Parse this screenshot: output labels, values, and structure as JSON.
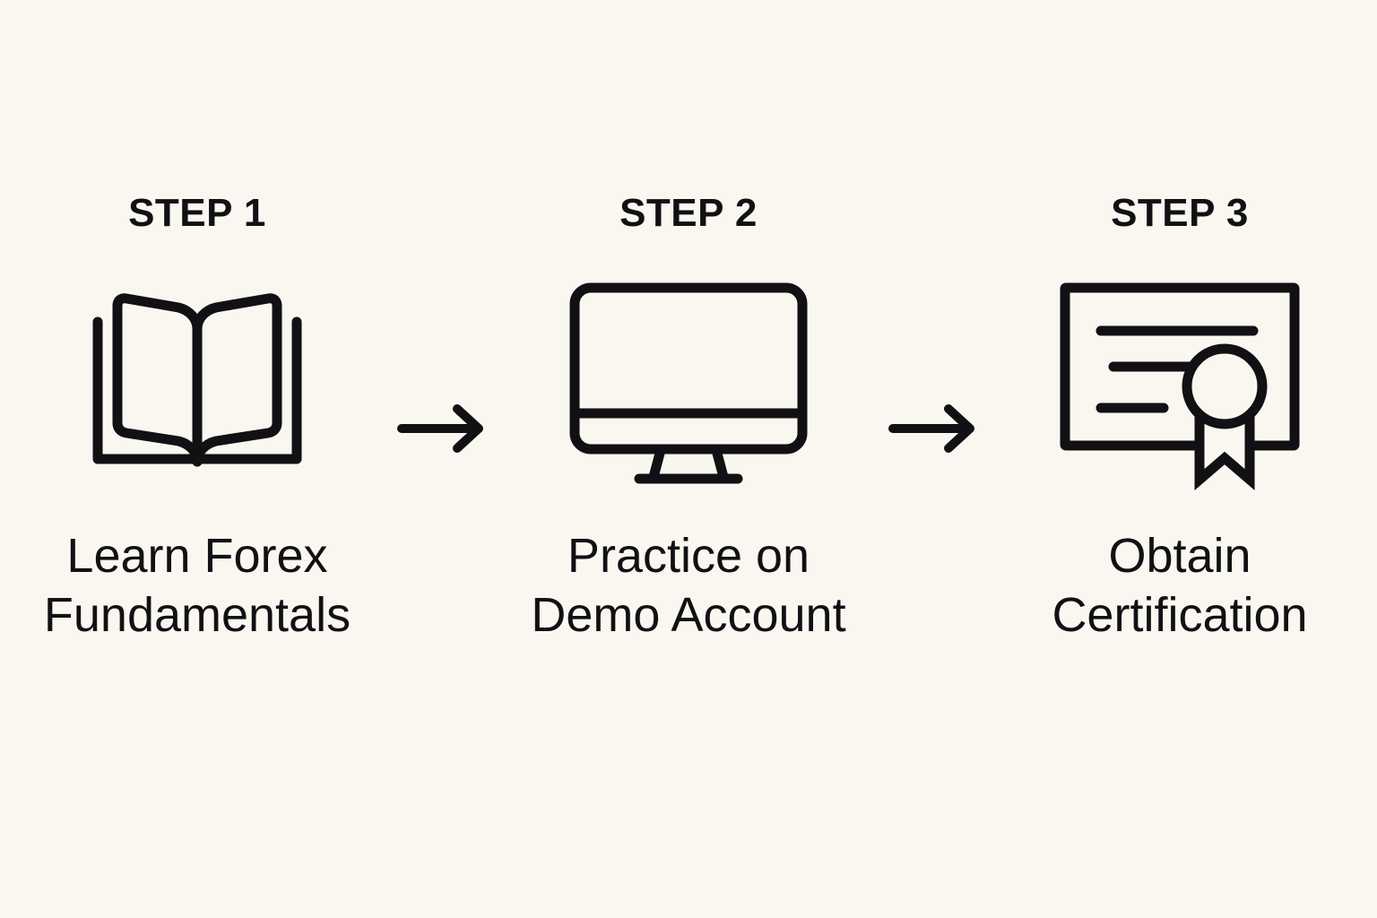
{
  "theme": {
    "background_color": "#faf7f1",
    "ink_color": "#111114"
  },
  "diagram": {
    "type": "process-flow",
    "orientation": "horizontal",
    "step_count": 3,
    "connector_count": 2,
    "connector_icon": "arrow-right-icon"
  },
  "steps": [
    {
      "heading": "STEP 1",
      "icon": "open-book-icon",
      "caption": "Learn Forex\nFundamentals"
    },
    {
      "heading": "STEP 2",
      "icon": "desktop-monitor-icon",
      "caption": "Practice on\nDemo Account"
    },
    {
      "heading": "STEP 3",
      "icon": "certificate-icon",
      "caption": "Obtain\nCertification"
    }
  ],
  "connectors": [
    {
      "icon": "arrow-right-icon"
    },
    {
      "icon": "arrow-right-icon"
    }
  ]
}
